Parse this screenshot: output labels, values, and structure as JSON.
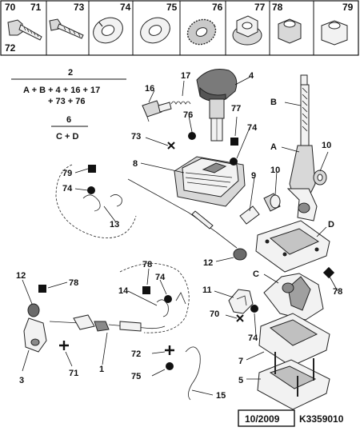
{
  "header_parts": [
    {
      "id": "70",
      "extra": "72"
    },
    {
      "id": "71",
      "extra": ""
    },
    {
      "id": "73",
      "extra": ""
    },
    {
      "id": "74",
      "extra": ""
    },
    {
      "id": "75",
      "extra": ""
    },
    {
      "id": "76",
      "extra": ""
    },
    {
      "id": "77",
      "extra": ""
    },
    {
      "id": "78",
      "extra": ""
    },
    {
      "id": "79",
      "extra": ""
    }
  ],
  "formulas": {
    "f1_title": "2",
    "f1_line1": "A + B + 4 + 16 + 17",
    "f1_line2": "+ 73 + 76",
    "f2_title": "6",
    "f2_line1": "C + D"
  },
  "labels": {
    "l1": "1",
    "l2": "2",
    "l3": "3",
    "l4": "4",
    "l5": "5",
    "l7": "7",
    "l8": "8",
    "l9": "9",
    "l10a": "10",
    "l10b": "10",
    "l11": "11",
    "l12a": "12",
    "l12b": "12",
    "l13": "13",
    "l14": "14",
    "l15": "15",
    "l16": "16",
    "l17": "17",
    "l70": "70",
    "l71": "71",
    "l72": "72",
    "l73": "73",
    "l74a": "74",
    "l74b": "74",
    "l74c": "74",
    "l74d": "74",
    "l75": "75",
    "l76": "76",
    "l77": "77",
    "l78a": "78",
    "l78b": "78",
    "l78c": "78",
    "l79": "79",
    "lA": "A",
    "lB": "B",
    "lC": "C",
    "lD": "D"
  },
  "footer": {
    "date": "10/2009",
    "ref": "K3359010"
  }
}
